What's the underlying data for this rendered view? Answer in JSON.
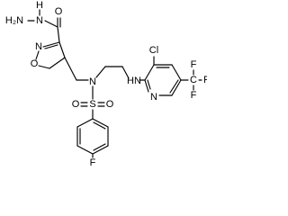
{
  "atoms": {
    "hydrazide_nh2": "H₂N",
    "hydrazide_nh": "N",
    "hydrazide_h": "H",
    "carbonyl_o": "O",
    "isoxazoline_n": "N",
    "isoxazoline_o": "O",
    "amine_n": "N",
    "sulfonyl_s": "S",
    "sulfonyl_o_left": "O",
    "sulfonyl_o_right": "O",
    "aryl_nh": "HN",
    "chloro": "Cl",
    "pyridine_n": "N",
    "cf3_c": "C",
    "cf3_f_top": "F",
    "cf3_f_right": "F",
    "cf3_f_bottom": "F",
    "aryl_f": "F"
  }
}
